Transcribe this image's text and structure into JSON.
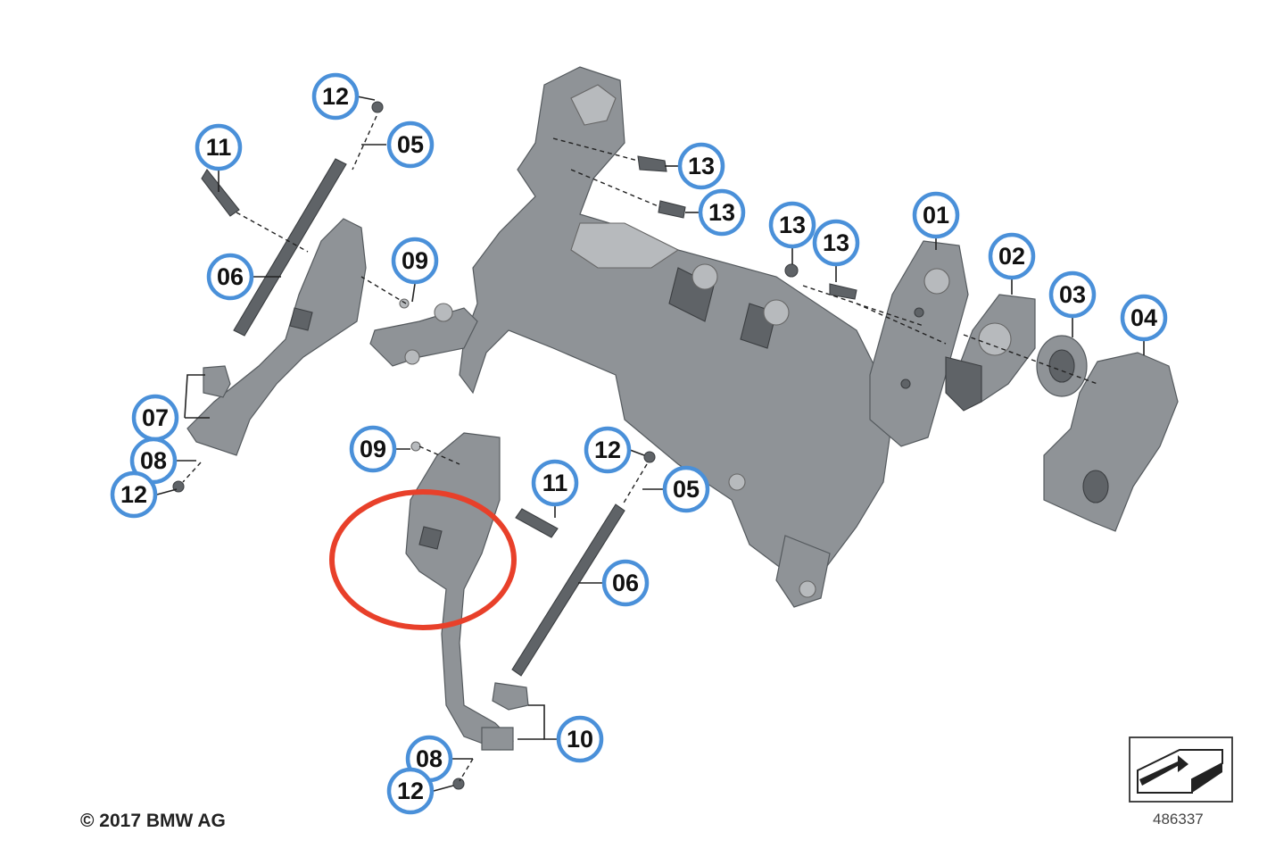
{
  "callouts": {
    "c12a": "12",
    "c11a": "11",
    "c05a": "05",
    "c09a": "09",
    "c06a": "06",
    "c07": "07",
    "c08a": "08",
    "c12b": "12",
    "c13a": "13",
    "c13b": "13",
    "c13c": "13",
    "c13d": "13",
    "c01": "01",
    "c02": "02",
    "c03": "03",
    "c04": "04",
    "c09b": "09",
    "c12c": "12",
    "c11b": "11",
    "c05b": "05",
    "c06b": "06",
    "c10": "10",
    "c08b": "08",
    "c12d": "12"
  },
  "footer": {
    "copyright": "© 2017 BMW AG",
    "drawing_number": "486337"
  },
  "colors": {
    "callout_ring": "#4a90d9",
    "highlight": "#e8402a",
    "part_fill": "#8f9397"
  },
  "icons": {
    "view_direction": "view-direction-arrow-icon"
  }
}
